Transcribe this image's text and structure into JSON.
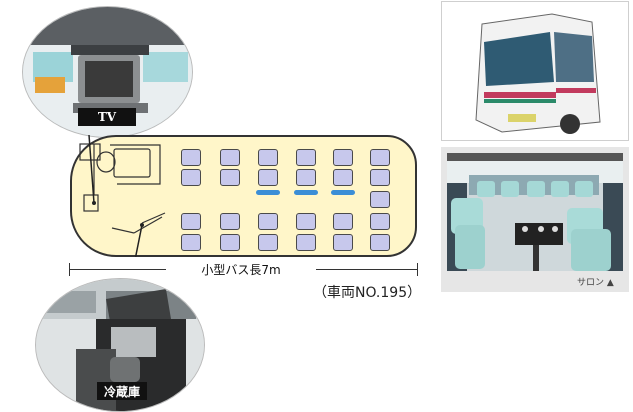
{
  "labels": {
    "tv": "TV",
    "fridge": "冷蔵庫",
    "bus_length": "小型バス長7m",
    "vehicle_number": "（車両NO.195）",
    "salon_caption": "サロン ▲"
  },
  "photos": {
    "tv_photo": "tv-photo",
    "fridge_photo": "fridge-photo",
    "bus_exterior": "bus-exterior-photo",
    "salon_interior": "salon-interior-photo"
  },
  "colors": {
    "bus_body": "#fff6c9",
    "seat": "#c7c8ec",
    "aisle_marker": "#3b8ed6",
    "label_bg": "#111111"
  }
}
